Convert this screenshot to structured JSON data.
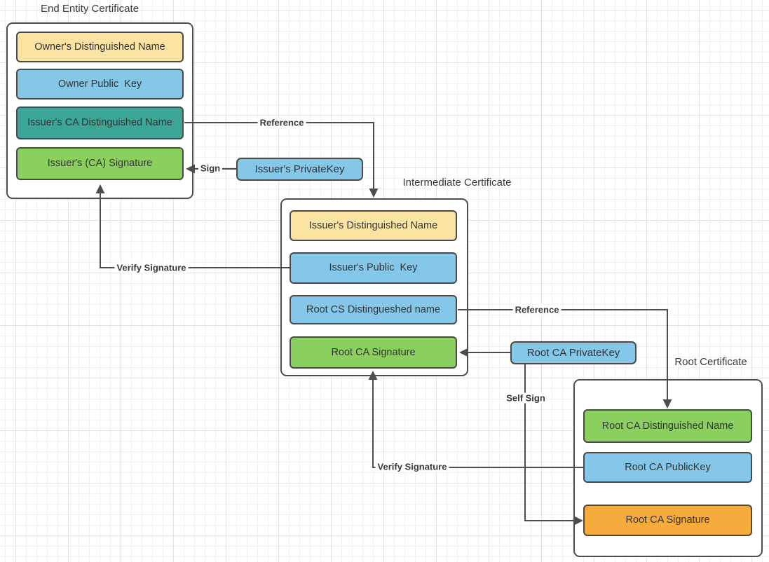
{
  "colors": {
    "yellow": "#FBE3A2",
    "blue": "#84C7E8",
    "teal": "#3BA695",
    "green": "#8BD05F",
    "orange": "#F5AC3D",
    "line": "#4D4D4D"
  },
  "containers": [
    {
      "id": "end-entity-certificate",
      "title": "End Entity Certificate",
      "fields": [
        {
          "label": "Owner's Distinguished Name",
          "color": "yellow"
        },
        {
          "label": "Owner Public  Key",
          "color": "blue"
        },
        {
          "label": "Issuer's CA Distinguished Name",
          "color": "teal"
        },
        {
          "label": "Issuer's (CA) Signature",
          "color": "green"
        }
      ]
    },
    {
      "id": "intermediate-certificate",
      "title": "Intermediate Certificate",
      "fields": [
        {
          "label": "Issuer's Distinguished Name",
          "color": "yellow"
        },
        {
          "label": "Issuer's Public  Key",
          "color": "blue"
        },
        {
          "label": "Root CS Distingueshed name",
          "color": "blue"
        },
        {
          "label": "Root CA Signature",
          "color": "green"
        }
      ]
    },
    {
      "id": "root-certificate",
      "title": "Root Certificate",
      "fields": [
        {
          "label": "Root CA Distinguished Name",
          "color": "green"
        },
        {
          "label": "Root CA PublicKey",
          "color": "blue"
        },
        {
          "label": "Root CA Signature",
          "color": "orange"
        }
      ]
    }
  ],
  "nodes": [
    {
      "id": "issuer-private-key",
      "label": "Issuer's PrivateKey",
      "color": "blue"
    },
    {
      "id": "root-ca-private-key",
      "label": "Root CA PrivateKey",
      "color": "blue"
    }
  ],
  "edges": {
    "reference1": "Reference",
    "sign": "Sign",
    "verify1": "Verify Signature",
    "reference2": "Reference",
    "self_sign": "Self Sign",
    "verify2": "Verify Signature"
  }
}
